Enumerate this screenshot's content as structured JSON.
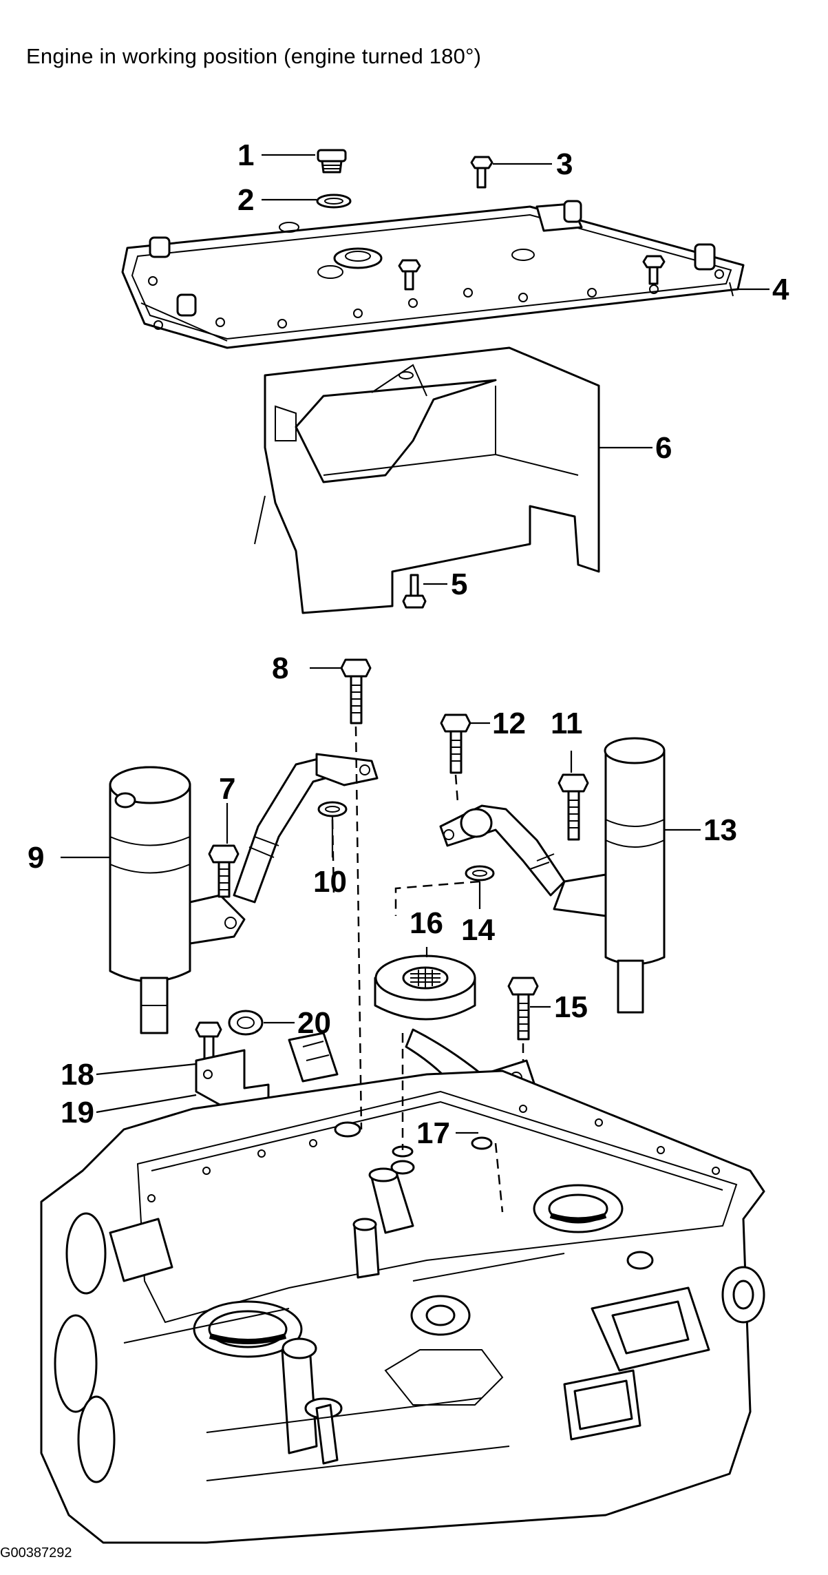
{
  "title": "Engine in working position (engine turned 180°)",
  "figure_id": "G00387292",
  "callouts": [
    "1",
    "2",
    "3",
    "4",
    "5",
    "6",
    "7",
    "8",
    "9",
    "10",
    "11",
    "12",
    "13",
    "14",
    "15",
    "16",
    "17",
    "18",
    "19",
    "20"
  ]
}
